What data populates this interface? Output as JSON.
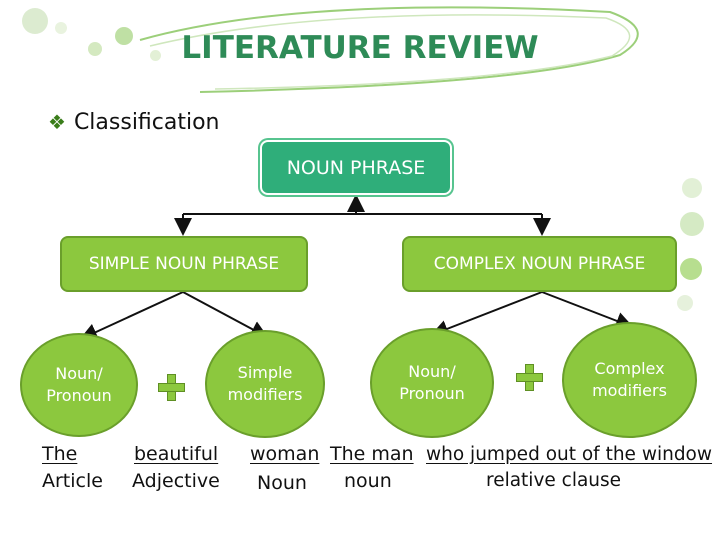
{
  "title": "LITERATURE REVIEW",
  "bullet": {
    "label": "Classification"
  },
  "diagram": {
    "root": "NOUN PHRASE",
    "simple": "SIMPLE NOUN PHRASE",
    "complex": "COMPLEX NOUN PHRASE",
    "simple_parts": {
      "head_line1": "Noun/",
      "head_line2": "Pronoun",
      "mod_line1": "Simple",
      "mod_line2": "modifiers"
    },
    "complex_parts": {
      "head_line1": "Noun/",
      "head_line2": "Pronoun",
      "mod_line1": "Complex",
      "mod_line2": "modifiers"
    }
  },
  "examples": {
    "the": "The",
    "article": "Article",
    "beautiful": "beautiful",
    "adjective": "Adjective",
    "woman": "woman",
    "noun1": "Noun",
    "theman": "The man",
    "noun2": "noun",
    "clause": "who jumped out of the window",
    "relative": "relative clause"
  },
  "colors": {
    "title": "#2e8b57",
    "root_box": "#2fae7a",
    "branch_box": "#8cc83e",
    "decor": "#d9ecc8"
  }
}
